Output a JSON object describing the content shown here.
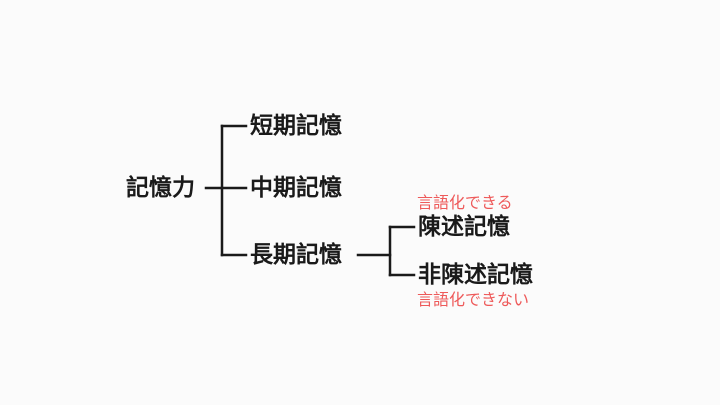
{
  "diagram": {
    "root": "記憶力",
    "branches": {
      "short_term": "短期記憶",
      "middle_term": "中期記憶",
      "long_term": "長期記憶"
    },
    "long_term_children": {
      "declarative": "陳述記憶",
      "non_declarative": "非陳述記憶"
    },
    "annotations": {
      "declarative_note": "言語化できる",
      "non_declarative_note": "言語化できない"
    }
  },
  "colors": {
    "text": "#1a1a1a",
    "line": "#1a1a1a",
    "annotation": "#ee5a5a",
    "background": "#fbfbfb"
  }
}
